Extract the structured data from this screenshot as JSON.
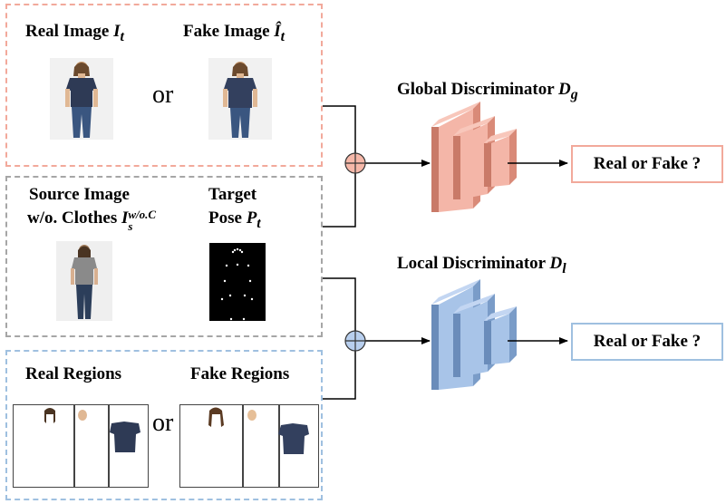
{
  "real_image_label": "Real Image",
  "real_image_symbol": "I",
  "real_image_sub": "t",
  "fake_image_label": "Fake Image",
  "fake_image_symbol": "Î",
  "fake_image_sub": "t",
  "or_text": "or",
  "source_image_label_1": "Source Image",
  "source_image_label_2": "w/o. Clothes",
  "source_image_symbol": "I",
  "source_image_sub": "s",
  "source_image_sup": "w/o.C",
  "target_label_1": "Target",
  "target_label_2": "Pose",
  "target_symbol": "P",
  "target_sub": "t",
  "real_regions_label": "Real Regions",
  "fake_regions_label": "Fake Regions",
  "global_disc_label": "Global Discriminator",
  "global_disc_symbol": "D",
  "global_disc_sub": "g",
  "local_disc_label": "Local Discriminator",
  "local_disc_symbol": "D",
  "local_disc_sub": "l",
  "global_output": "Real or Fake ?",
  "local_output": "Real or Fake ?",
  "colors": {
    "global": "#f4b6a8",
    "global_dark": "#d98a78",
    "source": "#a0a0a0",
    "local": "#a8c4e8",
    "local_dark": "#7a9cc8",
    "shirt": "#2e3a55"
  }
}
